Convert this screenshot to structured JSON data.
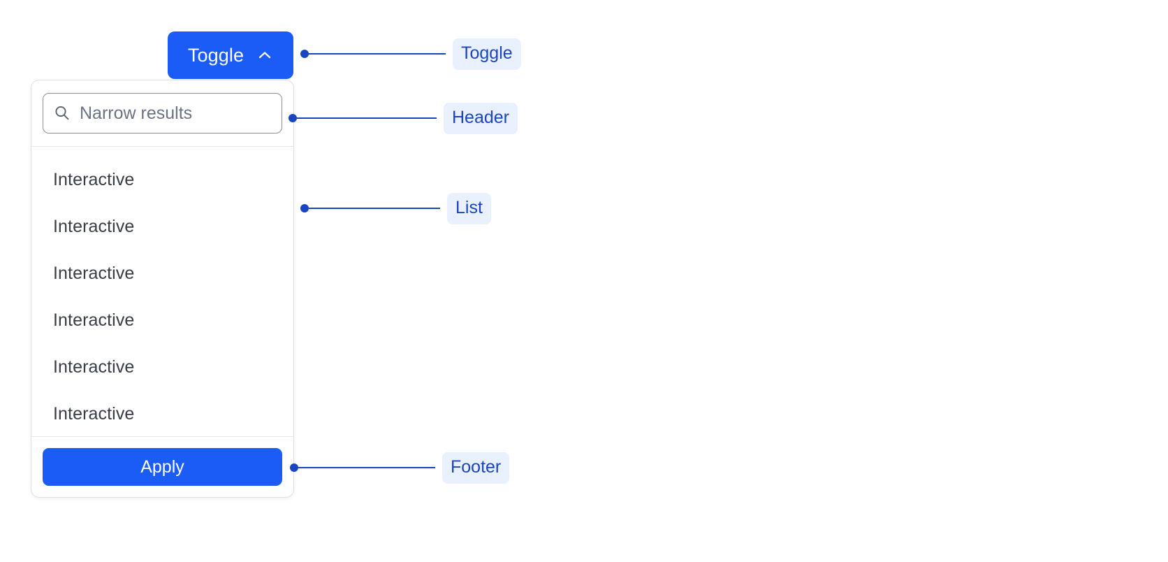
{
  "toggle": {
    "label": "Toggle",
    "icon": "chevron-up-icon",
    "background_color": "#1a5cf5",
    "text_color": "#ffffff",
    "expanded": "true"
  },
  "dropdown": {
    "header": {
      "search": {
        "icon": "search-icon",
        "placeholder": "Narrow results",
        "value": ""
      }
    },
    "list": {
      "items": [
        {
          "label": "Interactive"
        },
        {
          "label": "Interactive"
        },
        {
          "label": "Interactive"
        },
        {
          "label": "Interactive"
        },
        {
          "label": "Interactive"
        },
        {
          "label": "Interactive"
        }
      ]
    },
    "footer": {
      "apply_label": "Apply"
    }
  },
  "annotations": [
    {
      "label": "Toggle"
    },
    {
      "label": "Header"
    },
    {
      "label": "List"
    },
    {
      "label": "Footer"
    }
  ],
  "colors": {
    "accent": "#1a5cf5",
    "annotation_line": "#1a45c2",
    "annotation_badge_bg": "#e9f0fe",
    "annotation_text": "#1a45c2",
    "panel_border": "#dcdfe4",
    "list_text": "#383d45",
    "placeholder_text": "#6b7280"
  }
}
